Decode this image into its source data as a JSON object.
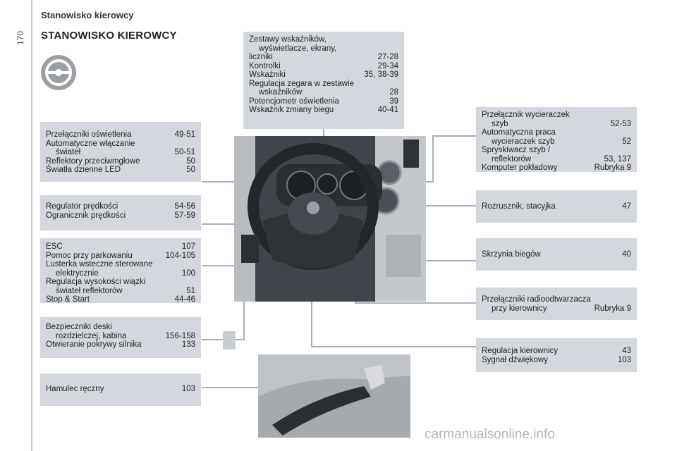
{
  "header": {
    "section": "Stanowisko kierowcy",
    "page_number": "170",
    "title": "STANOWISKO KIEROWCY"
  },
  "boxes": {
    "top_center": [
      {
        "label": "Zestawy wskaźników,",
        "page": ""
      },
      {
        "label": "wyświetlacze, ekrany,",
        "page": "",
        "indent": true
      },
      {
        "label": "liczniki",
        "page": "27-28"
      },
      {
        "label": "Kontrolki",
        "page": "29-34"
      },
      {
        "label": "Wskaźniki",
        "page": "35, 38-39"
      },
      {
        "label": "Regulacja zegara w zestawie",
        "page": ""
      },
      {
        "label": "wskaźników",
        "page": "28",
        "indent": true
      },
      {
        "label": "Potencjometr oświetlenia",
        "page": "39"
      },
      {
        "label": "Wskaźnik zmiany biegu",
        "page": "40-41"
      }
    ],
    "lights": [
      {
        "label": "Przełączniki oświetlenia",
        "page": "49-51"
      },
      {
        "label": "Automatyczne włączanie",
        "page": ""
      },
      {
        "label": "świateł",
        "page": "50-51",
        "indent": true
      },
      {
        "label": "Reflektory przeciwmgłowe",
        "page": "50"
      },
      {
        "label": "Światła dzienne LED",
        "page": "50"
      }
    ],
    "speed": [
      {
        "label": "Regulator prędkości",
        "page": "54-56"
      },
      {
        "label": "Ogranicznik prędkości",
        "page": "57-59"
      }
    ],
    "esc": [
      {
        "label": "ESC",
        "page": "107"
      },
      {
        "label": "Pomoc przy parkowaniu",
        "page": "104-105"
      },
      {
        "label": "Lusterka wsteczne sterowane",
        "page": ""
      },
      {
        "label": "elektrycznie",
        "page": "100",
        "indent": true
      },
      {
        "label": "Regulacja wysokości wiązki",
        "page": ""
      },
      {
        "label": "świateł reflektorów",
        "page": "51",
        "indent": true
      },
      {
        "label": "Stop & Start",
        "page": "44-46"
      }
    ],
    "fuses": [
      {
        "label": "Bezpieczniki deski",
        "page": ""
      },
      {
        "label": "rozdzielczej, kabina",
        "page": "156-158",
        "indent": true
      },
      {
        "label": "Otwieranie pokrywy silnika",
        "page": "133"
      }
    ],
    "handbrake": [
      {
        "label": "Hamulec ręczny",
        "page": "103"
      }
    ],
    "wipers": [
      {
        "label": "Przełącznik wycieraczek",
        "page": ""
      },
      {
        "label": "szyb",
        "page": "52-53",
        "indent": true
      },
      {
        "label": "Automatyczna praca",
        "page": ""
      },
      {
        "label": "wycieraczek szyb",
        "page": "52",
        "indent": true
      },
      {
        "label": "Spryskiwacz szyb /",
        "page": ""
      },
      {
        "label": "reflektorów",
        "page": "53, 137",
        "indent": true
      },
      {
        "label": "Komputer pokładowy",
        "page": "Rubryka 9"
      }
    ],
    "ignition": [
      {
        "label": "Rozrusznik, stacyjka",
        "page": "47"
      }
    ],
    "gearbox": [
      {
        "label": "Skrzynia biegów",
        "page": "40"
      }
    ],
    "radio": [
      {
        "label": "Przełączniki radioodtwarzacza",
        "page": ""
      },
      {
        "label": "przy kierownicy",
        "page": "Rubryka 9",
        "indent": true
      }
    ],
    "steering": [
      {
        "label": "Regulacja kierownicy",
        "page": "43"
      },
      {
        "label": "Sygnał dźwiękowy",
        "page": "103"
      }
    ]
  },
  "watermark": "carmanualsonline.info",
  "colors": {
    "box_bg": "#d4d8de",
    "line": "#aab0b8",
    "photo": "#3f454b"
  }
}
